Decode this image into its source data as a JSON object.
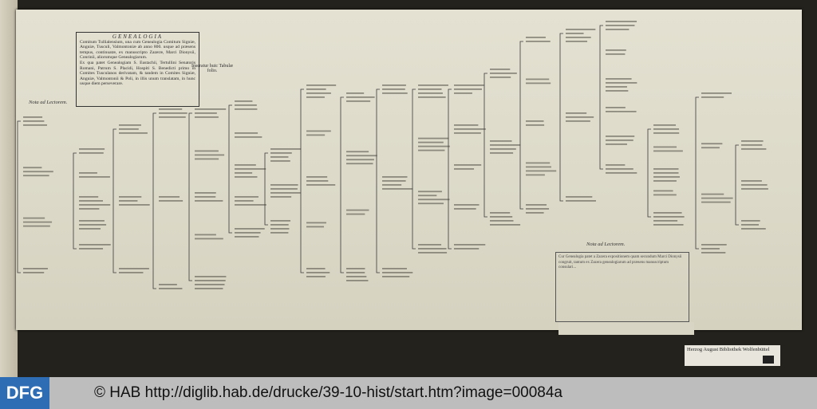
{
  "document": {
    "title": "GENEALOGIA",
    "title_text": "Comitum Tullialensium, una cum Genealogia Comitum Signiæ, Anguiæ, Tusculi, Valmontoniæ ab anno 800. usque ad præsens tempus, continuatæ, ex manuscripto Zazeræ, Marci Dionysii, Conrinii, aliorumque Genealogiarum.",
    "title_text_2": "Ex qua patet Genealogiam S. Eustachii, Tertullini Senatoris Romani, Patrum S. Placidi, Hospiti S. Benedicti primo in Comites Tusculanos derivatam, & tandem in Comites Signiæ, Anguiæ, Valmontonii & Poli, in illis unum translatam, in hunc usque diem perseverare.",
    "insert_note": "Inseratur huic Tabulæ folio.",
    "nota_left": "Nota ad Lectorem.",
    "nota_right": "Nota ad Lectorem.",
    "nota_right_text": "Cur Genealogia patet a Zazera expositionem quam secundum Marci Dionysii congruit, tantum ex Zazera genealogiarum ad præsens manuscriptum consulari..."
  },
  "library_label": "Herzog August Bibliothek Wolfenbüttel",
  "footer": {
    "logo": "DFG",
    "copyright": "© HAB http://diglib.hab.de/drucke/39-10-hist/start.htm?image=00084a"
  }
}
